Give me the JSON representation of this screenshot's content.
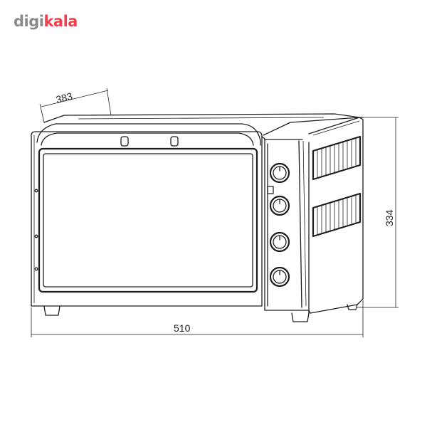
{
  "brand": {
    "part1": "digi",
    "part2": "kala"
  },
  "dimensions": {
    "depth": "383",
    "width": "510",
    "height": "334"
  }
}
